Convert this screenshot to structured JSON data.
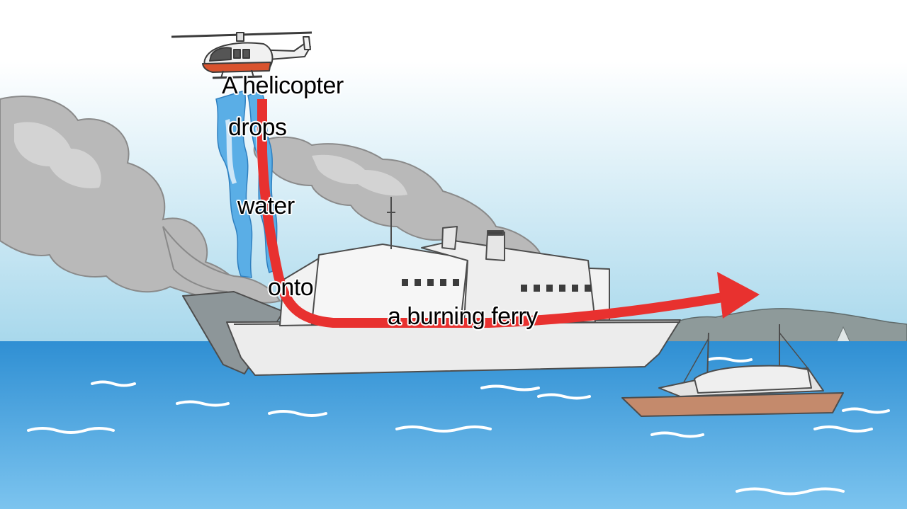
{
  "diagram": {
    "flow_words": [
      "A helicopter",
      "drops",
      "water",
      "onto",
      "a burning ferry"
    ]
  },
  "colors": {
    "sky_top": "#ffffff",
    "sky_bottom": "#a8d8ec",
    "sea": "#4aa6e0",
    "smoke": "#b9b9b9",
    "arrow": "#e8312f",
    "ferry_hull": "#ececec",
    "boat_hull": "#c48a6c",
    "helicopter_stripe": "#d9532e"
  },
  "icons": {
    "helicopter": "helicopter-icon",
    "ferry": "ferry-icon",
    "boat": "boat-icon"
  }
}
